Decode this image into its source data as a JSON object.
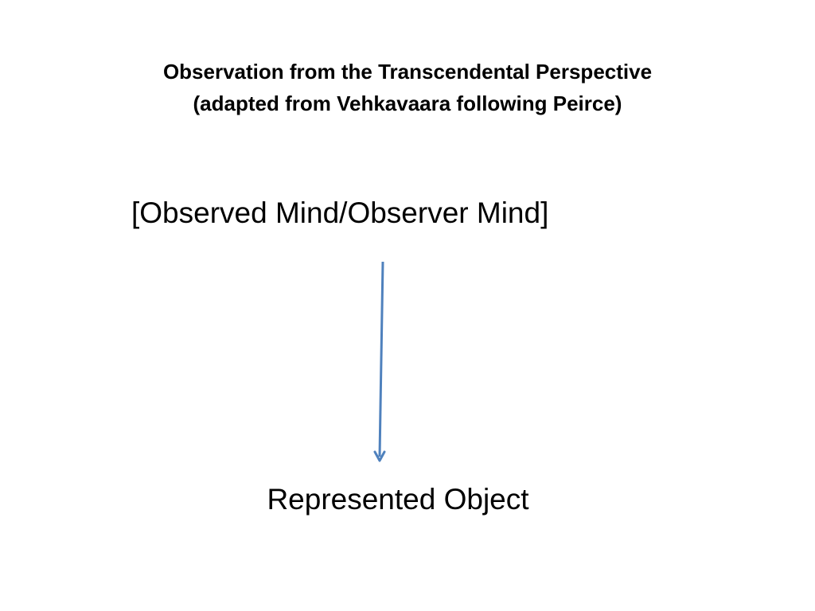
{
  "slide": {
    "title_line1": "Observation from the Transcendental Perspective",
    "title_line2": "(adapted from Vehkavaara following Peirce)",
    "top_node": "[Observed Mind/Observer Mind]",
    "bottom_node": "Represented Object",
    "arrow_color": "#4f81bd",
    "background": "#ffffff"
  }
}
